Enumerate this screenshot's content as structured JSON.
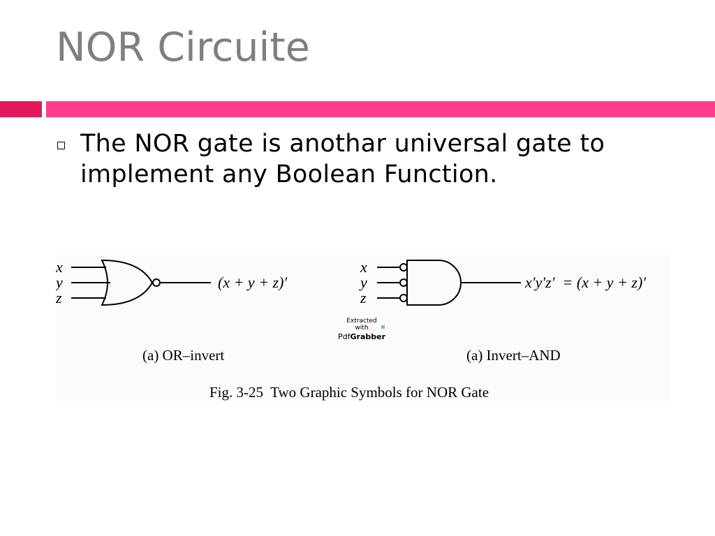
{
  "slide": {
    "title": "NOR Circuite",
    "bullet": "The NOR gate is anothar universal gate to implement any Boolean Function."
  },
  "figure": {
    "left_gate": {
      "inputs": [
        "x",
        "y",
        "z"
      ],
      "output": "(x + y + z)′",
      "caption": "(a) OR–invert"
    },
    "right_gate": {
      "inputs": [
        "x",
        "y",
        "z"
      ],
      "output": "x′y′z′  = (x + y + z)′",
      "caption": "(a) Invert–AND"
    },
    "caption": "Fig. 3-25  Two Graphic Symbols for NOR Gate",
    "watermark": {
      "line1": "Extracted",
      "line2": "with",
      "brand_a": "Pdf",
      "brand_b": "Grabber"
    }
  },
  "colors": {
    "title": "#7f7f7f",
    "bar_left": "#e1195a",
    "bar_right": "#ff3d8b"
  }
}
